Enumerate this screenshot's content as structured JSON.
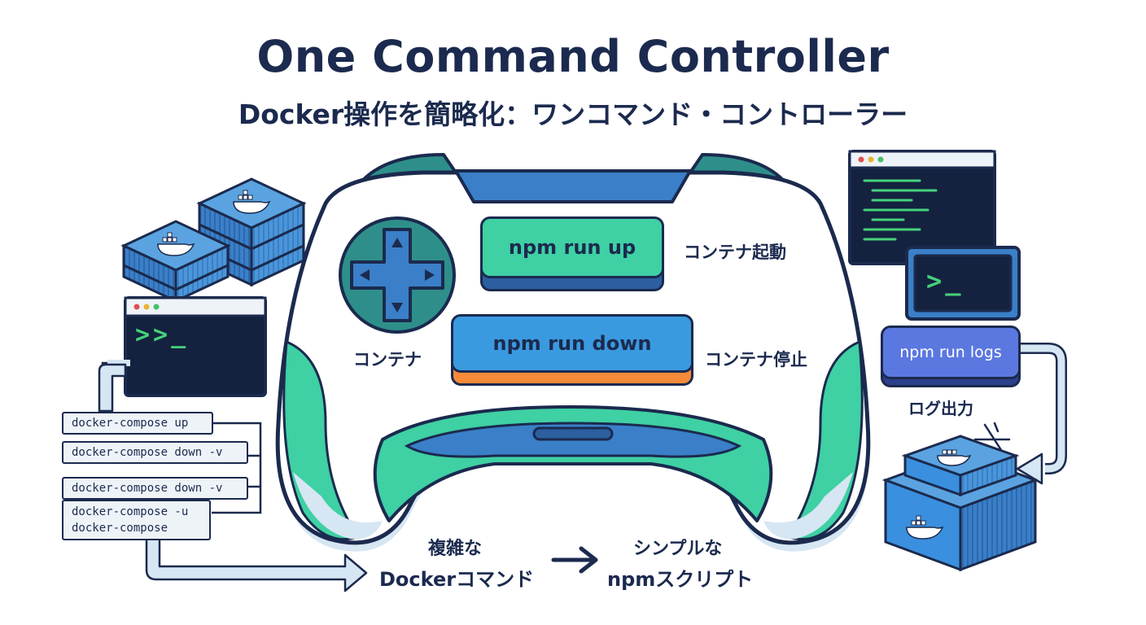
{
  "header": {
    "title": "One Command Controller",
    "subtitle": "Docker操作を簡略化：ワンコマンド・コントローラー"
  },
  "controller": {
    "up_button": "npm run up",
    "up_label": "コンテナ起動",
    "down_button": "npm run down",
    "down_label": "コンテナ停止",
    "left_label": "コンテナ"
  },
  "commands": [
    "docker-compose up",
    "docker-compose down -v",
    "docker-compose down -v",
    "docker-compose -u",
    "docker-compose"
  ],
  "right": {
    "logs_button": "npm run logs",
    "logs_label": "ログ出力"
  },
  "terminal": {
    "left_prompt": ">>_",
    "right_prompt": ">_"
  },
  "flow": {
    "from_line1": "複雑な",
    "from_line2": "Dockerコマンド",
    "to_line1": "シンプルな",
    "to_line2": "npmスクリプト"
  },
  "colors": {
    "navy": "#1b2a4e",
    "teal": "#3fd0a4",
    "blue": "#3a8fde",
    "orange": "#f58a3a",
    "indigo": "#5b78e0",
    "terminal_bg": "#14223f",
    "terminal_green": "#46d17a"
  },
  "icons": [
    "docker-whale-icon",
    "dpad-icon",
    "terminal-icon",
    "arrow-right-icon"
  ]
}
